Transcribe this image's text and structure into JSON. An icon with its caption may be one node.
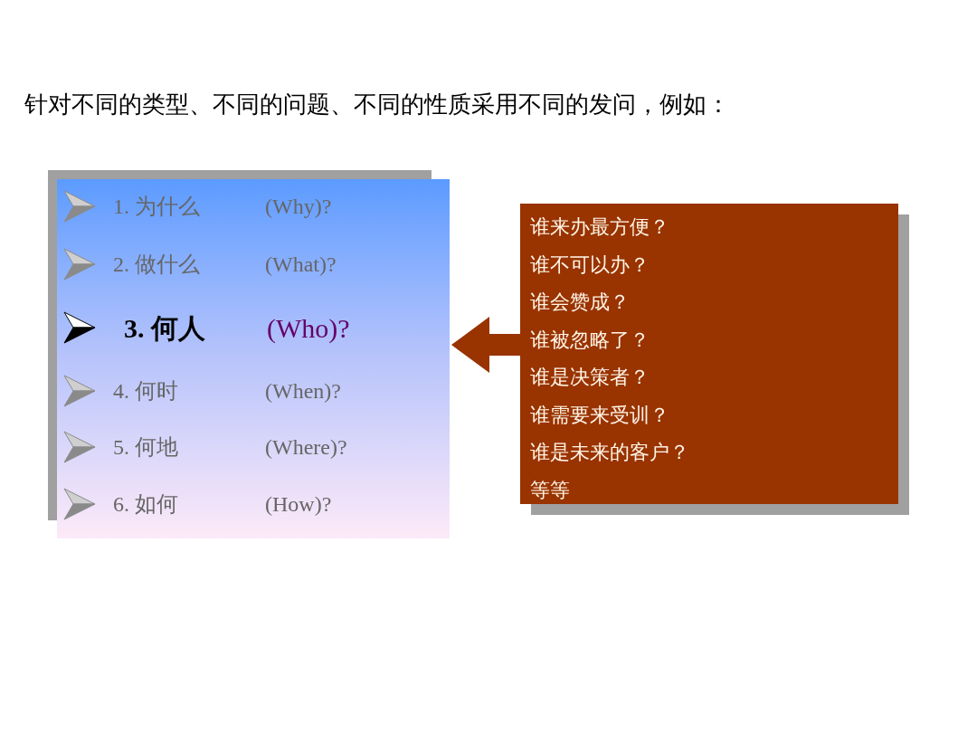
{
  "diagram": {
    "title": "针对不同的类型、不同的问题、不同的性质采用不同的发问，例如：",
    "nodes": [
      {
        "text": [],
        "shape": "box"
      },
      {
        "text": [
          "1. 为什么",
          "(Why)?"
        ],
        "in": 0
      },
      {
        "text": [
          "2. 做什么",
          "(What)?"
        ],
        "in": 0
      },
      {
        "text": [
          "3. 何人",
          "(Who)?"
        ],
        "in": 0
      },
      {
        "text": [
          "4. 何时",
          "(When)?"
        ],
        "in": 0
      },
      {
        "text": [
          "5. 何地",
          "(Where)?"
        ],
        "in": 0
      },
      {
        "text": [
          "6. 如何",
          "(How)?"
        ],
        "in": 0
      },
      {
        "text": [
          "谁来办最方便？",
          "谁不可以办？",
          "谁会赞成？",
          "谁被忽略了？",
          "谁是决策者？",
          "谁需要来受训？",
          "谁是未来的客户？",
          "等等"
        ]
      }
    ],
    "edges": [
      {
        "from": 7,
        "to": 0,
        "arrow": "to",
        "style": "thick",
        "color": "#993300"
      }
    ]
  }
}
